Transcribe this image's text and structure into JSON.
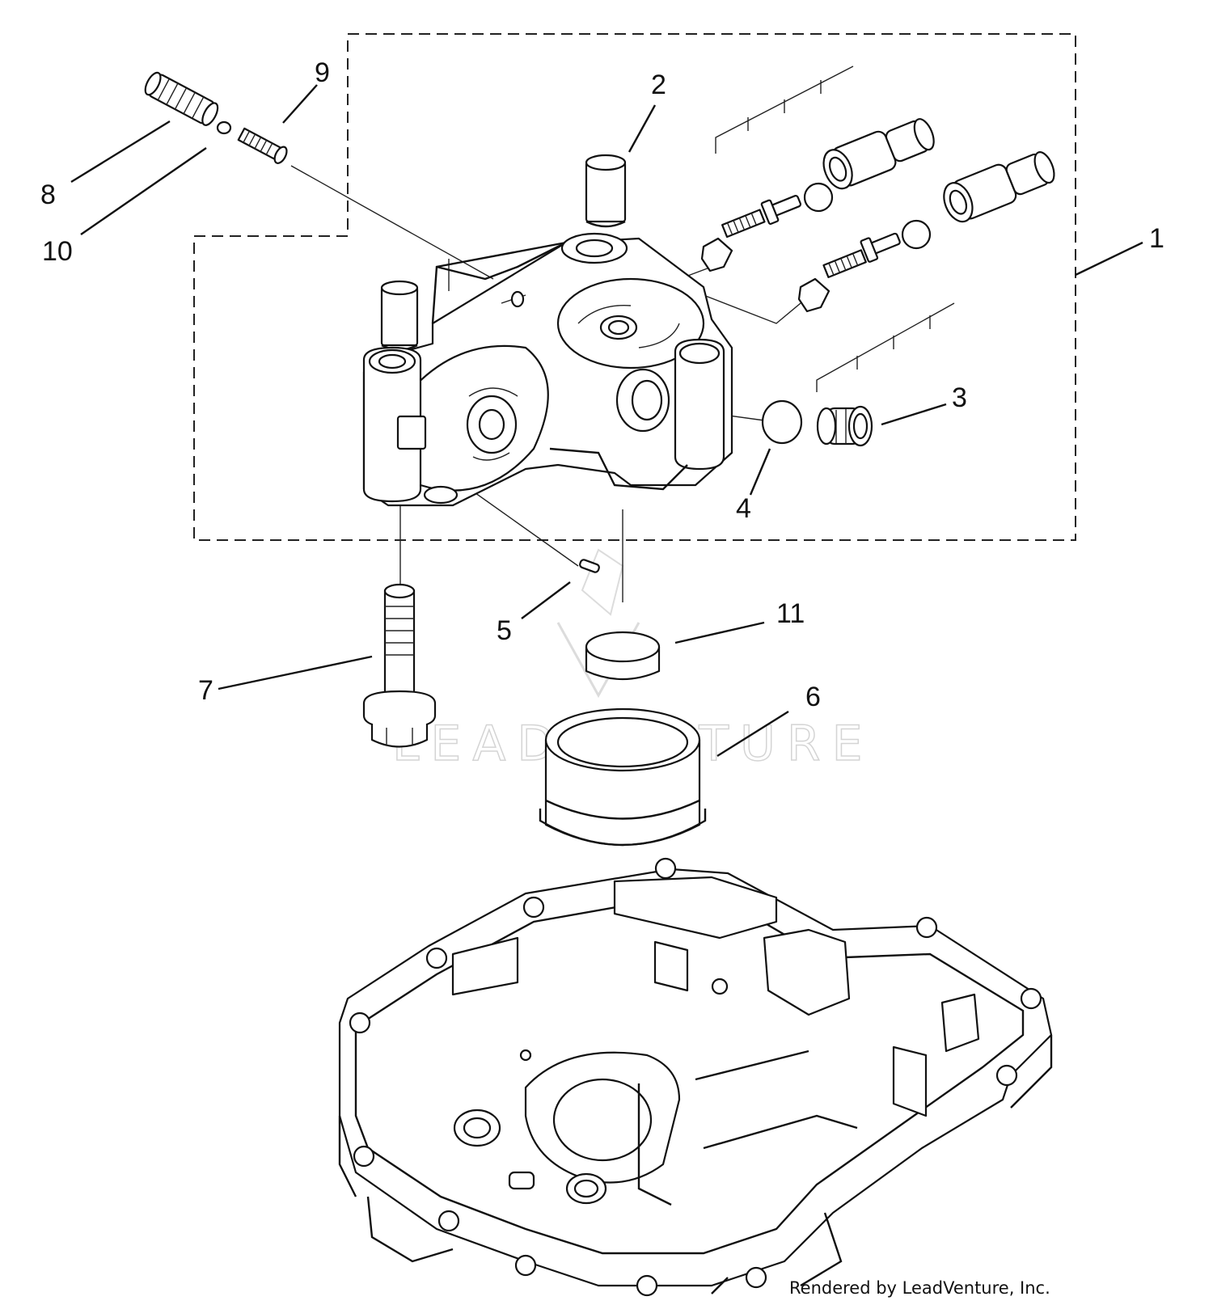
{
  "callouts": [
    {
      "id": "1",
      "label": "1"
    },
    {
      "id": "2",
      "label": "2"
    },
    {
      "id": "3",
      "label": "3"
    },
    {
      "id": "4",
      "label": "4"
    },
    {
      "id": "5",
      "label": "5"
    },
    {
      "id": "6",
      "label": "6"
    },
    {
      "id": "7",
      "label": "7"
    },
    {
      "id": "8",
      "label": "8"
    },
    {
      "id": "9",
      "label": "9"
    },
    {
      "id": "10",
      "label": "10"
    },
    {
      "id": "11",
      "label": "11"
    }
  ],
  "watermark": "LEADVENTURE",
  "credit": "Rendered by LeadVenture, Inc."
}
